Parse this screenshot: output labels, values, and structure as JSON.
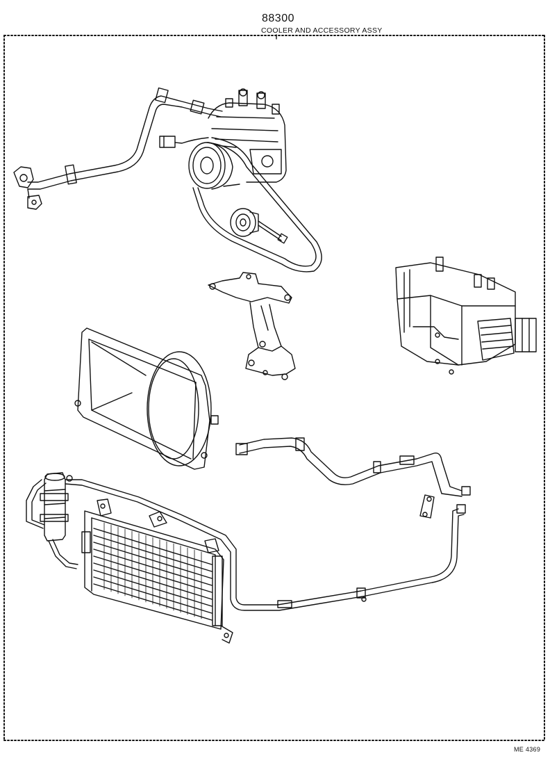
{
  "header": {
    "part_code": "88300",
    "title": "COOLER AND ACCESSORY ASSY"
  },
  "footer": {
    "illustration_code": "ME 4369"
  },
  "colors": {
    "ink": "#111111",
    "paper": "#ffffff"
  }
}
